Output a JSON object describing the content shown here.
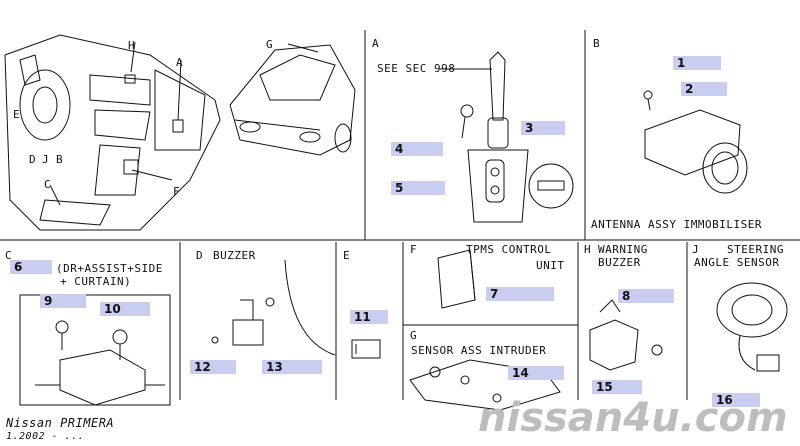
{
  "sections": {
    "a": {
      "letter": "A",
      "note": "SEE SEC 998"
    },
    "b": {
      "letter": "B",
      "caption": "ANTENNA ASSY IMMOBILISER"
    },
    "c": {
      "letter": "C",
      "caption_line1": "(DR+ASSIST+SIDE",
      "caption_line2": "+ CURTAIN)"
    },
    "d": {
      "letter": "D",
      "caption": "BUZZER"
    },
    "e": {
      "letter": "E"
    },
    "f": {
      "letter": "F",
      "caption_line1": "TPMS CONTROL",
      "caption_line2": "UNIT"
    },
    "g": {
      "letter": "G",
      "caption": "SENSOR ASS INTRUDER"
    },
    "h": {
      "letter": "H",
      "caption_line1": "WARNING",
      "caption_line2": "BUZZER"
    },
    "j": {
      "letter": "J",
      "caption_line1": "STEERING",
      "caption_line2": "ANGLE SENSOR"
    }
  },
  "overview_labels": [
    "H",
    "A",
    "G",
    "E",
    "D",
    "J",
    "B",
    "C",
    "F"
  ],
  "callouts": [
    "1",
    "2",
    "3",
    "4",
    "5",
    "6",
    "7",
    "8",
    "9",
    "10",
    "11",
    "12",
    "13",
    "14",
    "15",
    "16"
  ],
  "footer": {
    "model": "Nissan PRIMERA",
    "date": "1.2002 - ...",
    "watermark": "nissan4u.com"
  },
  "colors": {
    "callout_bg": "#c9cdf0",
    "line": "#111111",
    "watermark": "#bdbdbd"
  }
}
